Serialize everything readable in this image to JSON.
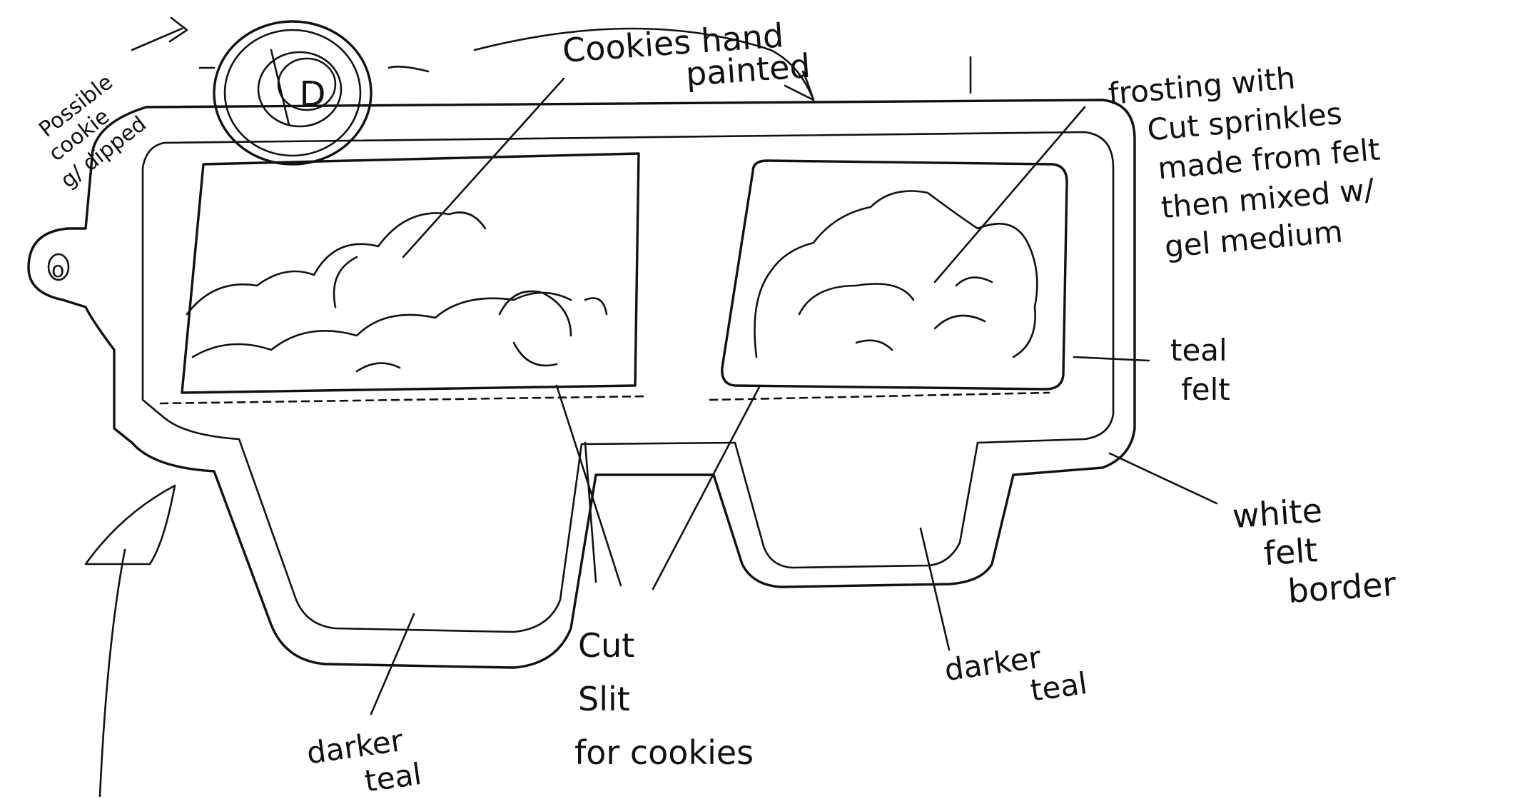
{
  "annotations": {
    "possible_cookie": {
      "line1": "Possible",
      "line2": "cookie",
      "line3": "g/ dipped"
    },
    "cookies_hand_painted": {
      "line1": "Cookies hand",
      "line2": "painted"
    },
    "frosting": {
      "line1": "frosting with",
      "line2": "Cut sprinkles",
      "line3": "made from felt",
      "line4": "then mixed w/",
      "line5": "gel medium"
    },
    "teal_felt": {
      "line1": "teal",
      "line2": "felt"
    },
    "white_felt_border": {
      "line1": "white",
      "line2": "felt",
      "line3": "border"
    },
    "darker_teal_right": {
      "line1": "darker",
      "line2": "teal"
    },
    "darker_teal_left": {
      "line1": "darker",
      "line2": "teal"
    },
    "cut_slit": {
      "line1": "Cut",
      "line2": "Slit",
      "line3": "for cookies"
    },
    "cookie_letter": "D",
    "hang_hole_letter": "o"
  }
}
